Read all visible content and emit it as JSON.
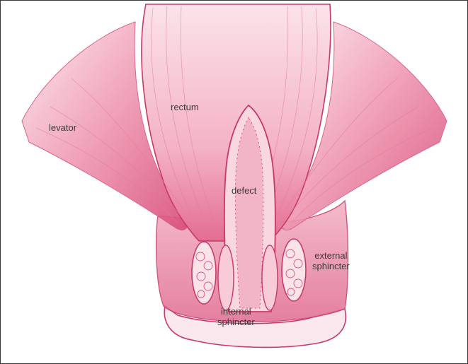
{
  "labels": {
    "rectum": "rectum",
    "levator": "levator",
    "defect": "defect",
    "external_sphincter": [
      "external",
      "sphincter"
    ],
    "internal_sphincter": [
      "internal",
      "sphincter"
    ]
  },
  "colors": {
    "muscle_light": "#f6c6d2",
    "muscle_mid": "#ee93ad",
    "muscle_dark": "#d84b78",
    "outline": "#c83a66",
    "label_text": "#3a3a3a",
    "frame_border": "#3a3a3a"
  }
}
